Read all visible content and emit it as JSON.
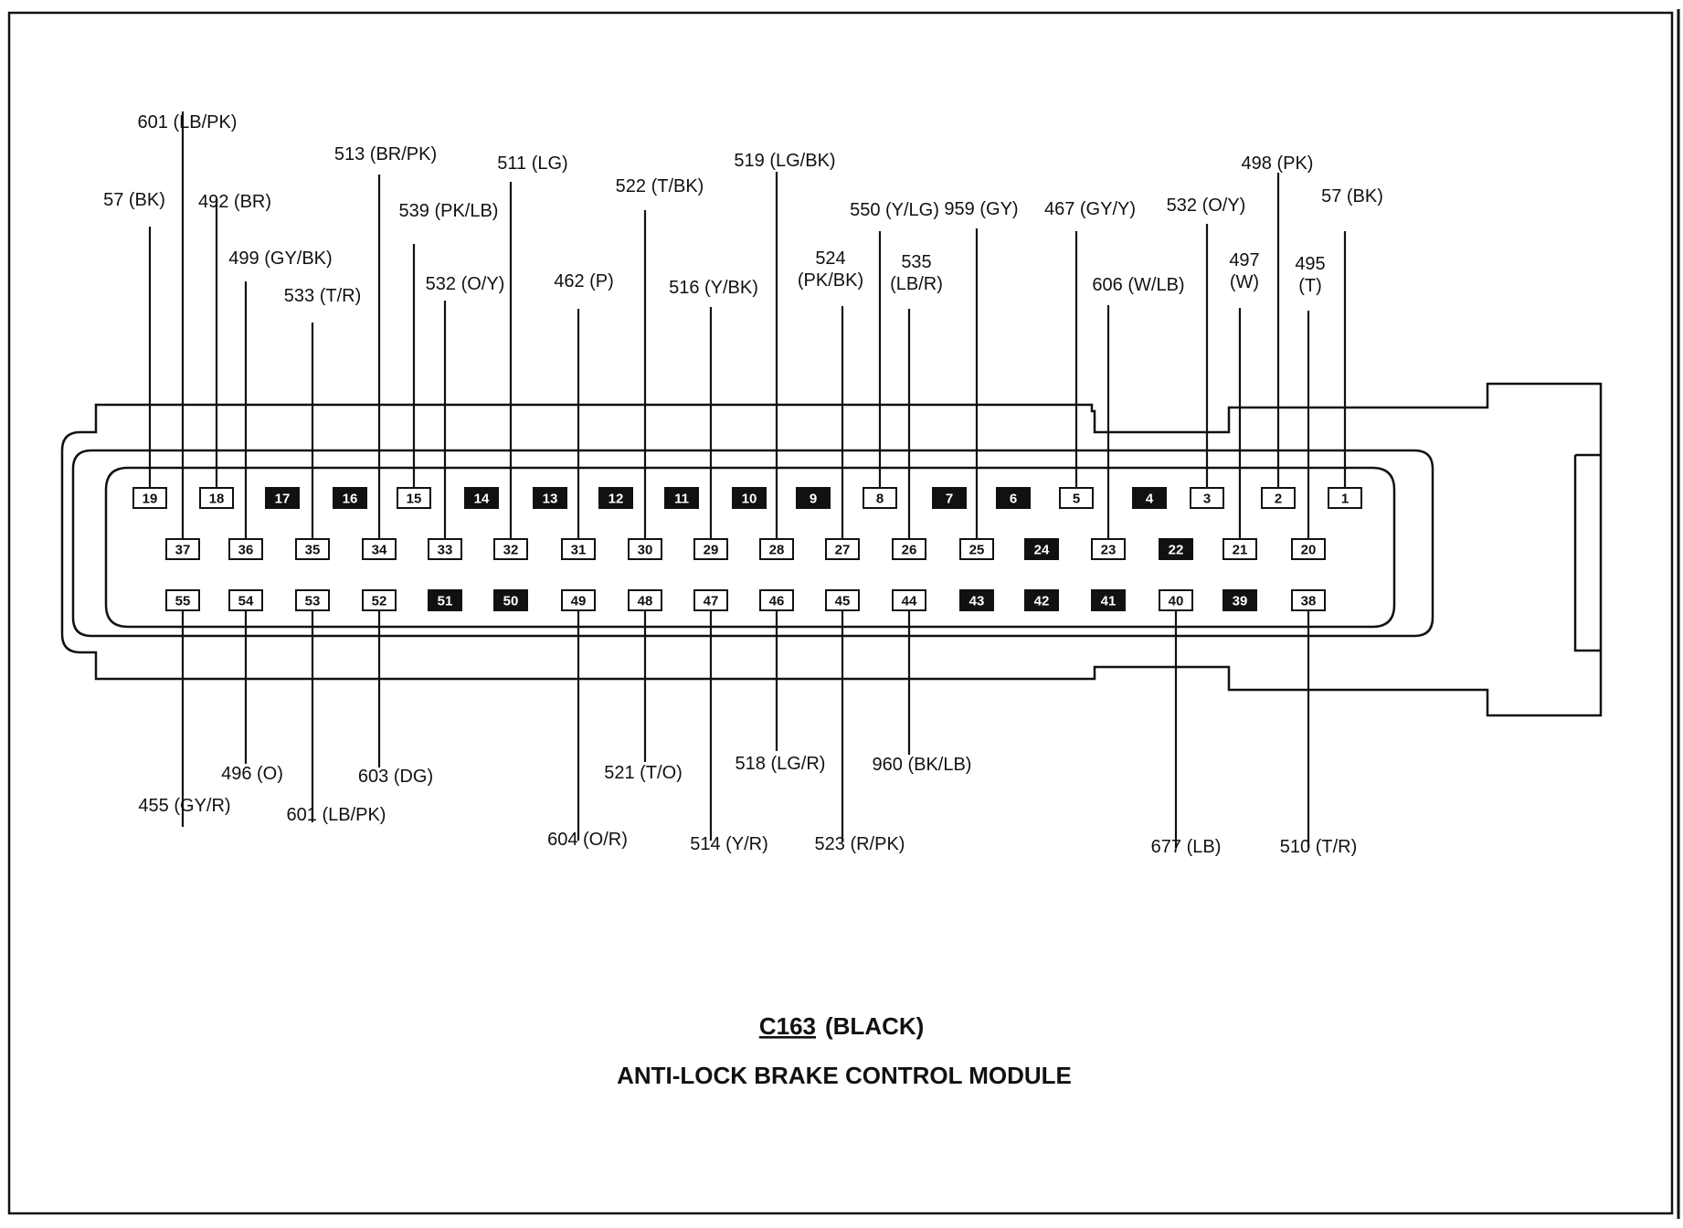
{
  "connector": {
    "id": "C163",
    "color_note": "(BLACK)",
    "module_name": "ANTI-LOCK BRAKE CONTROL MODULE"
  },
  "pins": {
    "row1": [
      {
        "num": "19",
        "filled": false,
        "wire": [
          "57 (BK)"
        ]
      },
      {
        "num": "18",
        "filled": false,
        "wire": [
          "492 (BR)"
        ]
      },
      {
        "num": "17",
        "filled": true
      },
      {
        "num": "16",
        "filled": true
      },
      {
        "num": "15",
        "filled": false,
        "wire": [
          "539 (PK/LB)"
        ]
      },
      {
        "num": "14",
        "filled": true
      },
      {
        "num": "13",
        "filled": true
      },
      {
        "num": "12",
        "filled": true
      },
      {
        "num": "11",
        "filled": true
      },
      {
        "num": "10",
        "filled": true
      },
      {
        "num": "9",
        "filled": true
      },
      {
        "num": "8",
        "filled": false,
        "wire": [
          "550 (Y/LG)"
        ]
      },
      {
        "num": "7",
        "filled": true
      },
      {
        "num": "6",
        "filled": true
      },
      {
        "num": "5",
        "filled": false,
        "wire": [
          "467 (GY/Y)"
        ]
      },
      {
        "num": "4",
        "filled": true
      },
      {
        "num": "3",
        "filled": false,
        "wire": [
          "532 (O/Y)"
        ]
      },
      {
        "num": "2",
        "filled": false,
        "wire": [
          "498 (PK)"
        ]
      },
      {
        "num": "1",
        "filled": false,
        "wire": [
          "57 (BK)"
        ]
      }
    ],
    "row2": [
      {
        "num": "37",
        "filled": false,
        "wire": [
          "601 (LB/PK)"
        ]
      },
      {
        "num": "36",
        "filled": false,
        "wire": [
          "499 (GY/BK)"
        ]
      },
      {
        "num": "35",
        "filled": false,
        "wire": [
          "533 (T/R)"
        ]
      },
      {
        "num": "34",
        "filled": false,
        "wire": [
          "513 (BR/PK)"
        ]
      },
      {
        "num": "33",
        "filled": false,
        "wire": [
          "532 (O/Y)"
        ]
      },
      {
        "num": "32",
        "filled": false,
        "wire": [
          "511 (LG)"
        ]
      },
      {
        "num": "31",
        "filled": false,
        "wire": [
          "462 (P)"
        ]
      },
      {
        "num": "30",
        "filled": false,
        "wire": [
          "522 (T/BK)"
        ]
      },
      {
        "num": "29",
        "filled": false,
        "wire": [
          "516 (Y/BK)"
        ]
      },
      {
        "num": "28",
        "filled": false,
        "wire": [
          "519 (LG/BK)"
        ]
      },
      {
        "num": "27",
        "filled": false,
        "wire": [
          "524",
          "(PK/BK)"
        ]
      },
      {
        "num": "26",
        "filled": false,
        "wire": [
          "535",
          "(LB/R)"
        ]
      },
      {
        "num": "25",
        "filled": false,
        "wire": [
          "959 (GY)"
        ]
      },
      {
        "num": "24",
        "filled": true
      },
      {
        "num": "23",
        "filled": false,
        "wire": [
          "606 (W/LB)"
        ]
      },
      {
        "num": "22",
        "filled": true
      },
      {
        "num": "21",
        "filled": false,
        "wire": [
          "497",
          "(W)"
        ]
      },
      {
        "num": "20",
        "filled": false,
        "wire": [
          "495",
          "(T)"
        ]
      }
    ],
    "row3": [
      {
        "num": "55",
        "filled": false,
        "wire": [
          "455 (GY/R)"
        ]
      },
      {
        "num": "54",
        "filled": false,
        "wire": [
          "496 (O)"
        ]
      },
      {
        "num": "53",
        "filled": false,
        "wire": [
          "601 (LB/PK)"
        ]
      },
      {
        "num": "52",
        "filled": false,
        "wire": [
          "603 (DG)"
        ]
      },
      {
        "num": "51",
        "filled": true
      },
      {
        "num": "50",
        "filled": true
      },
      {
        "num": "49",
        "filled": false,
        "wire": [
          "604 (O/R)"
        ]
      },
      {
        "num": "48",
        "filled": false,
        "wire": [
          "521 (T/O)"
        ]
      },
      {
        "num": "47",
        "filled": false,
        "wire": [
          "514 (Y/R)"
        ]
      },
      {
        "num": "46",
        "filled": false,
        "wire": [
          "518 (LG/R)"
        ]
      },
      {
        "num": "45",
        "filled": false,
        "wire": [
          "523 (R/PK)"
        ]
      },
      {
        "num": "44",
        "filled": false,
        "wire": [
          "960 (BK/LB)"
        ]
      },
      {
        "num": "43",
        "filled": true
      },
      {
        "num": "42",
        "filled": true
      },
      {
        "num": "41",
        "filled": true
      },
      {
        "num": "40",
        "filled": false,
        "wire": [
          "677 (LB)"
        ]
      },
      {
        "num": "39",
        "filled": true
      },
      {
        "num": "38",
        "filled": false,
        "wire": [
          "510 (T/R)"
        ]
      }
    ]
  }
}
